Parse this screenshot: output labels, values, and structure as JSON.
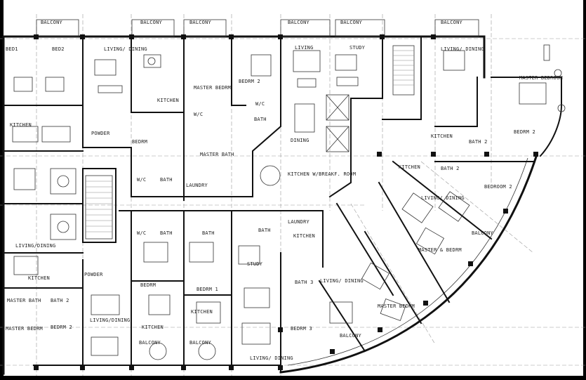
{
  "plan": {
    "labels": {
      "balcony": "BALCONY",
      "bed1": "BED1",
      "bed2": "BED2",
      "living_dining": "LIVING/ DINING",
      "living_dining_2": "LIVING/ DINING",
      "living": "LIVING",
      "study": "STUDY",
      "master_bedrm": "MASTER BEDRM",
      "bedrm2": "BEDRM 2",
      "kitchen": "KITCHEN",
      "wic": "W/C",
      "bath": "BATH",
      "powder": "POWDER",
      "bedrm": "BEDRM",
      "master_bath": "MASTER BATH",
      "laundry": "LAUNDRY",
      "dining": "DINING",
      "kitchen_breakfast": "KITCHEN W/BREAKF. ROOM",
      "bath2": "BATH 2",
      "bedroom2": "BEDROOM 2",
      "master_bedroom": "MASTER BEDROOM",
      "balcony_curve": "BALCONY",
      "master_bedrm_2": "MASTER & BEDRM",
      "bedrm1": "BEDRM 1",
      "living_dining_left": "LIVING/DINING",
      "master_bath_left": "MASTER BATH",
      "master_bedrm_left": "MASTER BEDRM",
      "bath3": "BATH 3",
      "bedrm3": "BEDRM 3",
      "living_dining_s": "LIVING/ DINING"
    }
  }
}
